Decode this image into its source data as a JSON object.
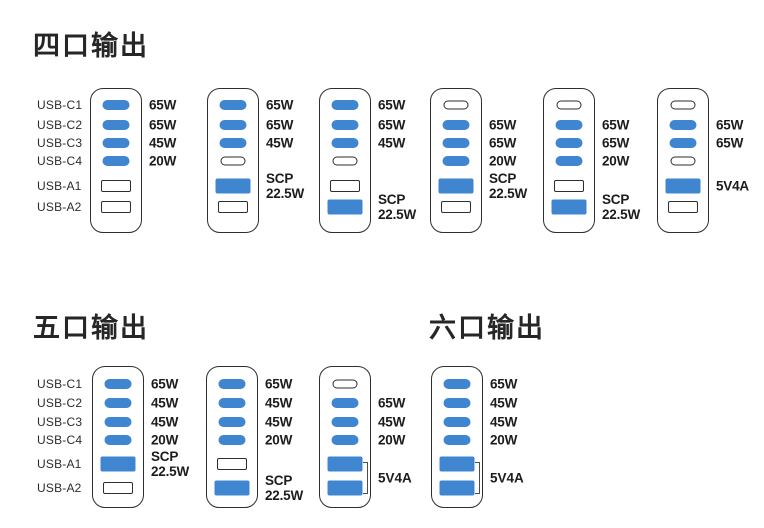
{
  "headings": [
    {
      "id": "four-port",
      "text": "四口输出"
    },
    {
      "id": "five-port",
      "text": "五口输出"
    },
    {
      "id": "six-port",
      "text": "六口输出"
    }
  ],
  "port_row_labels": [
    "USB-C1",
    "USB-C2",
    "USB-C3",
    "USB-C4",
    "USB-A1",
    "USB-A2"
  ],
  "colors": {
    "active_port": "#3F85D0",
    "outline": "#2E2E2E",
    "text": "#1C1C1C"
  },
  "rows": [
    {
      "section": "four-port",
      "chargers": [
        {
          "ports": [
            {
              "kind": "usb-c",
              "active": true,
              "label": "65W"
            },
            {
              "kind": "usb-c",
              "active": true,
              "label": "65W"
            },
            {
              "kind": "usb-c",
              "active": true,
              "label": "45W"
            },
            {
              "kind": "usb-c",
              "active": true,
              "label": "20W"
            },
            {
              "kind": "usb-a",
              "active": false,
              "label": ""
            },
            {
              "kind": "usb-a",
              "active": false,
              "label": ""
            }
          ]
        },
        {
          "ports": [
            {
              "kind": "usb-c",
              "active": true,
              "label": "65W"
            },
            {
              "kind": "usb-c",
              "active": true,
              "label": "65W"
            },
            {
              "kind": "usb-c",
              "active": true,
              "label": "45W"
            },
            {
              "kind": "usb-c",
              "active": false,
              "label": ""
            },
            {
              "kind": "usb-a",
              "active": true,
              "label": "SCP\n22.5W"
            },
            {
              "kind": "usb-a",
              "active": false,
              "label": ""
            }
          ]
        },
        {
          "ports": [
            {
              "kind": "usb-c",
              "active": true,
              "label": "65W"
            },
            {
              "kind": "usb-c",
              "active": true,
              "label": "65W"
            },
            {
              "kind": "usb-c",
              "active": true,
              "label": "45W"
            },
            {
              "kind": "usb-c",
              "active": false,
              "label": ""
            },
            {
              "kind": "usb-a",
              "active": false,
              "label": ""
            },
            {
              "kind": "usb-a",
              "active": true,
              "label": "SCP\n22.5W"
            }
          ]
        },
        {
          "ports": [
            {
              "kind": "usb-c",
              "active": false,
              "label": ""
            },
            {
              "kind": "usb-c",
              "active": true,
              "label": "65W"
            },
            {
              "kind": "usb-c",
              "active": true,
              "label": "65W"
            },
            {
              "kind": "usb-c",
              "active": true,
              "label": "20W"
            },
            {
              "kind": "usb-a",
              "active": true,
              "label": "SCP\n22.5W"
            },
            {
              "kind": "usb-a",
              "active": false,
              "label": ""
            }
          ]
        },
        {
          "ports": [
            {
              "kind": "usb-c",
              "active": false,
              "label": ""
            },
            {
              "kind": "usb-c",
              "active": true,
              "label": "65W"
            },
            {
              "kind": "usb-c",
              "active": true,
              "label": "65W"
            },
            {
              "kind": "usb-c",
              "active": true,
              "label": "20W"
            },
            {
              "kind": "usb-a",
              "active": false,
              "label": ""
            },
            {
              "kind": "usb-a",
              "active": true,
              "label": "SCP\n22.5W"
            }
          ]
        },
        {
          "ports": [
            {
              "kind": "usb-c",
              "active": false,
              "label": ""
            },
            {
              "kind": "usb-c",
              "active": true,
              "label": "65W"
            },
            {
              "kind": "usb-c",
              "active": true,
              "label": "65W"
            },
            {
              "kind": "usb-c",
              "active": false,
              "label": ""
            },
            {
              "kind": "usb-a",
              "active": true,
              "label": "5V4A"
            },
            {
              "kind": "usb-a",
              "active": false,
              "label": ""
            }
          ]
        }
      ]
    },
    {
      "section": "five-and-six-port",
      "chargers": [
        {
          "ports": [
            {
              "kind": "usb-c",
              "active": true,
              "label": "65W"
            },
            {
              "kind": "usb-c",
              "active": true,
              "label": "45W"
            },
            {
              "kind": "usb-c",
              "active": true,
              "label": "45W"
            },
            {
              "kind": "usb-c",
              "active": true,
              "label": "20W"
            },
            {
              "kind": "usb-a",
              "active": true,
              "label": "SCP\n22.5W"
            },
            {
              "kind": "usb-a",
              "active": false,
              "label": ""
            }
          ]
        },
        {
          "ports": [
            {
              "kind": "usb-c",
              "active": true,
              "label": "65W"
            },
            {
              "kind": "usb-c",
              "active": true,
              "label": "45W"
            },
            {
              "kind": "usb-c",
              "active": true,
              "label": "45W"
            },
            {
              "kind": "usb-c",
              "active": true,
              "label": "20W"
            },
            {
              "kind": "usb-a",
              "active": false,
              "label": ""
            },
            {
              "kind": "usb-a",
              "active": true,
              "label": "SCP\n22.5W"
            }
          ]
        },
        {
          "group_label": "5V4A",
          "ports": [
            {
              "kind": "usb-c",
              "active": false,
              "label": ""
            },
            {
              "kind": "usb-c",
              "active": true,
              "label": "65W"
            },
            {
              "kind": "usb-c",
              "active": true,
              "label": "45W"
            },
            {
              "kind": "usb-c",
              "active": true,
              "label": "20W"
            },
            {
              "kind": "usb-a",
              "active": true,
              "label": ""
            },
            {
              "kind": "usb-a",
              "active": true,
              "label": ""
            }
          ]
        },
        {
          "group_label": "5V4A",
          "ports": [
            {
              "kind": "usb-c",
              "active": true,
              "label": "65W"
            },
            {
              "kind": "usb-c",
              "active": true,
              "label": "45W"
            },
            {
              "kind": "usb-c",
              "active": true,
              "label": "45W"
            },
            {
              "kind": "usb-c",
              "active": true,
              "label": "20W"
            },
            {
              "kind": "usb-a",
              "active": true,
              "label": ""
            },
            {
              "kind": "usb-a",
              "active": true,
              "label": ""
            }
          ]
        }
      ]
    }
  ]
}
